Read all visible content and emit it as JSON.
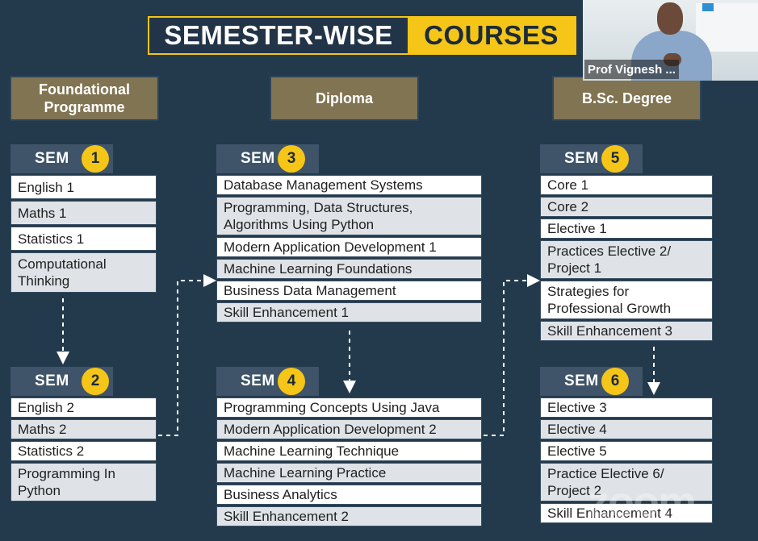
{
  "title": {
    "left": "SEMESTER-WISE",
    "right": "COURSES"
  },
  "programmes": {
    "foundational": "Foundational Programme",
    "diploma": "Diploma",
    "bsc": "B.Sc. Degree"
  },
  "sem_label": "SEM",
  "semesters": {
    "s1": {
      "num": "1",
      "courses": [
        "English 1",
        "Maths 1",
        "Statistics 1",
        "Computational Thinking"
      ]
    },
    "s2": {
      "num": "2",
      "courses": [
        "English 2",
        "Maths 2",
        "Statistics 2",
        "Programming In Python"
      ]
    },
    "s3": {
      "num": "3",
      "courses": [
        "Database Management Systems",
        "Programming, Data Structures, Algorithms Using Python",
        "Modern Application Development 1",
        "Machine Learning Foundations",
        "Business Data Management",
        "Skill Enhancement 1"
      ]
    },
    "s4": {
      "num": "4",
      "courses": [
        "Programming Concepts Using Java",
        "Modern Application Development 2",
        "Machine Learning Technique",
        "Machine Learning Practice",
        "Business Analytics",
        "Skill Enhancement 2"
      ]
    },
    "s5": {
      "num": "5",
      "courses": [
        "Core 1",
        "Core 2",
        "Elective 1",
        "Practices Elective 2/ Project 1",
        "Strategies for Professional Growth",
        "Skill Enhancement 3"
      ]
    },
    "s6": {
      "num": "6",
      "courses": [
        "Elective 3",
        "Elective 4",
        "Elective 5",
        "Practice Elective 6/ Project 2",
        "Skill Enhancement 4"
      ]
    }
  },
  "video": {
    "participant_name": "Prof Vignesh ..."
  },
  "watermark": "zoom",
  "colors": {
    "background": "#233a4d",
    "accent": "#f5c518",
    "programme_box": "#807452",
    "sem_header": "#3f5468"
  }
}
